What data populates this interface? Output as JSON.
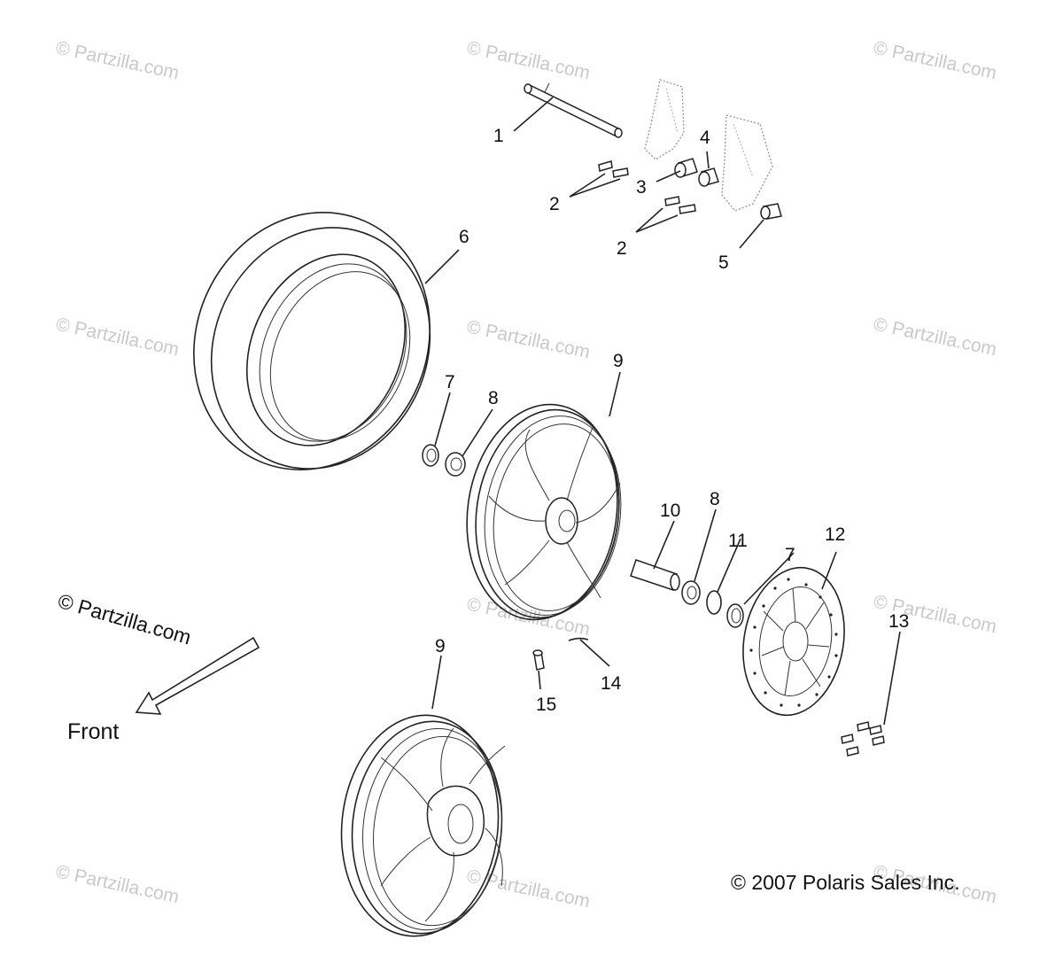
{
  "diagram": {
    "watermark_text": "© Partzilla.com",
    "brand_text": "© Partzilla.com",
    "front_label": "Front",
    "copyright": "©  2007 Polaris Sales Inc.",
    "callouts": [
      {
        "id": "c1",
        "text": "1"
      },
      {
        "id": "c2a",
        "text": "2"
      },
      {
        "id": "c2b",
        "text": "2"
      },
      {
        "id": "c3",
        "text": "3"
      },
      {
        "id": "c4",
        "text": "4"
      },
      {
        "id": "c5",
        "text": "5"
      },
      {
        "id": "c6",
        "text": "6"
      },
      {
        "id": "c7a",
        "text": "7"
      },
      {
        "id": "c8a",
        "text": "8"
      },
      {
        "id": "c9a",
        "text": "9"
      },
      {
        "id": "c10",
        "text": "10"
      },
      {
        "id": "c8b",
        "text": "8"
      },
      {
        "id": "c11",
        "text": "11"
      },
      {
        "id": "c7b",
        "text": "7"
      },
      {
        "id": "c12",
        "text": "12"
      },
      {
        "id": "c13",
        "text": "13"
      },
      {
        "id": "c9b",
        "text": "9"
      },
      {
        "id": "c14",
        "text": "14"
      },
      {
        "id": "c15",
        "text": "15"
      }
    ]
  }
}
